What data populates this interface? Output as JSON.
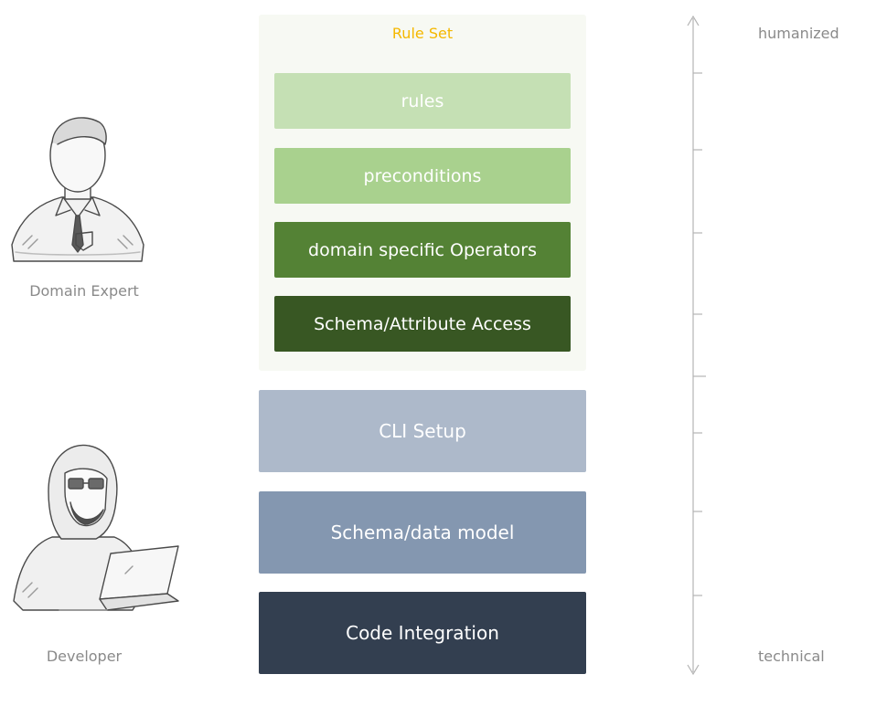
{
  "ruleset": {
    "title": "Rule Set",
    "layers": [
      {
        "label": "rules",
        "color": "#c5e0b4"
      },
      {
        "label": "preconditions",
        "color": "#a9d18e"
      },
      {
        "label": "domain specific Operators",
        "color": "#548235"
      },
      {
        "label": "Schema/Attribute Access",
        "color": "#385723"
      }
    ]
  },
  "infra": {
    "layers": [
      {
        "label": "CLI Setup",
        "color": "#adb9ca"
      },
      {
        "label": "Schema/data model",
        "color": "#8497b0"
      },
      {
        "label": "Code Integration",
        "color": "#333f50"
      }
    ]
  },
  "personas": {
    "domain_expert": "Domain Expert",
    "developer": "Developer"
  },
  "axis": {
    "top_label": "humanized",
    "bottom_label": "technical"
  }
}
